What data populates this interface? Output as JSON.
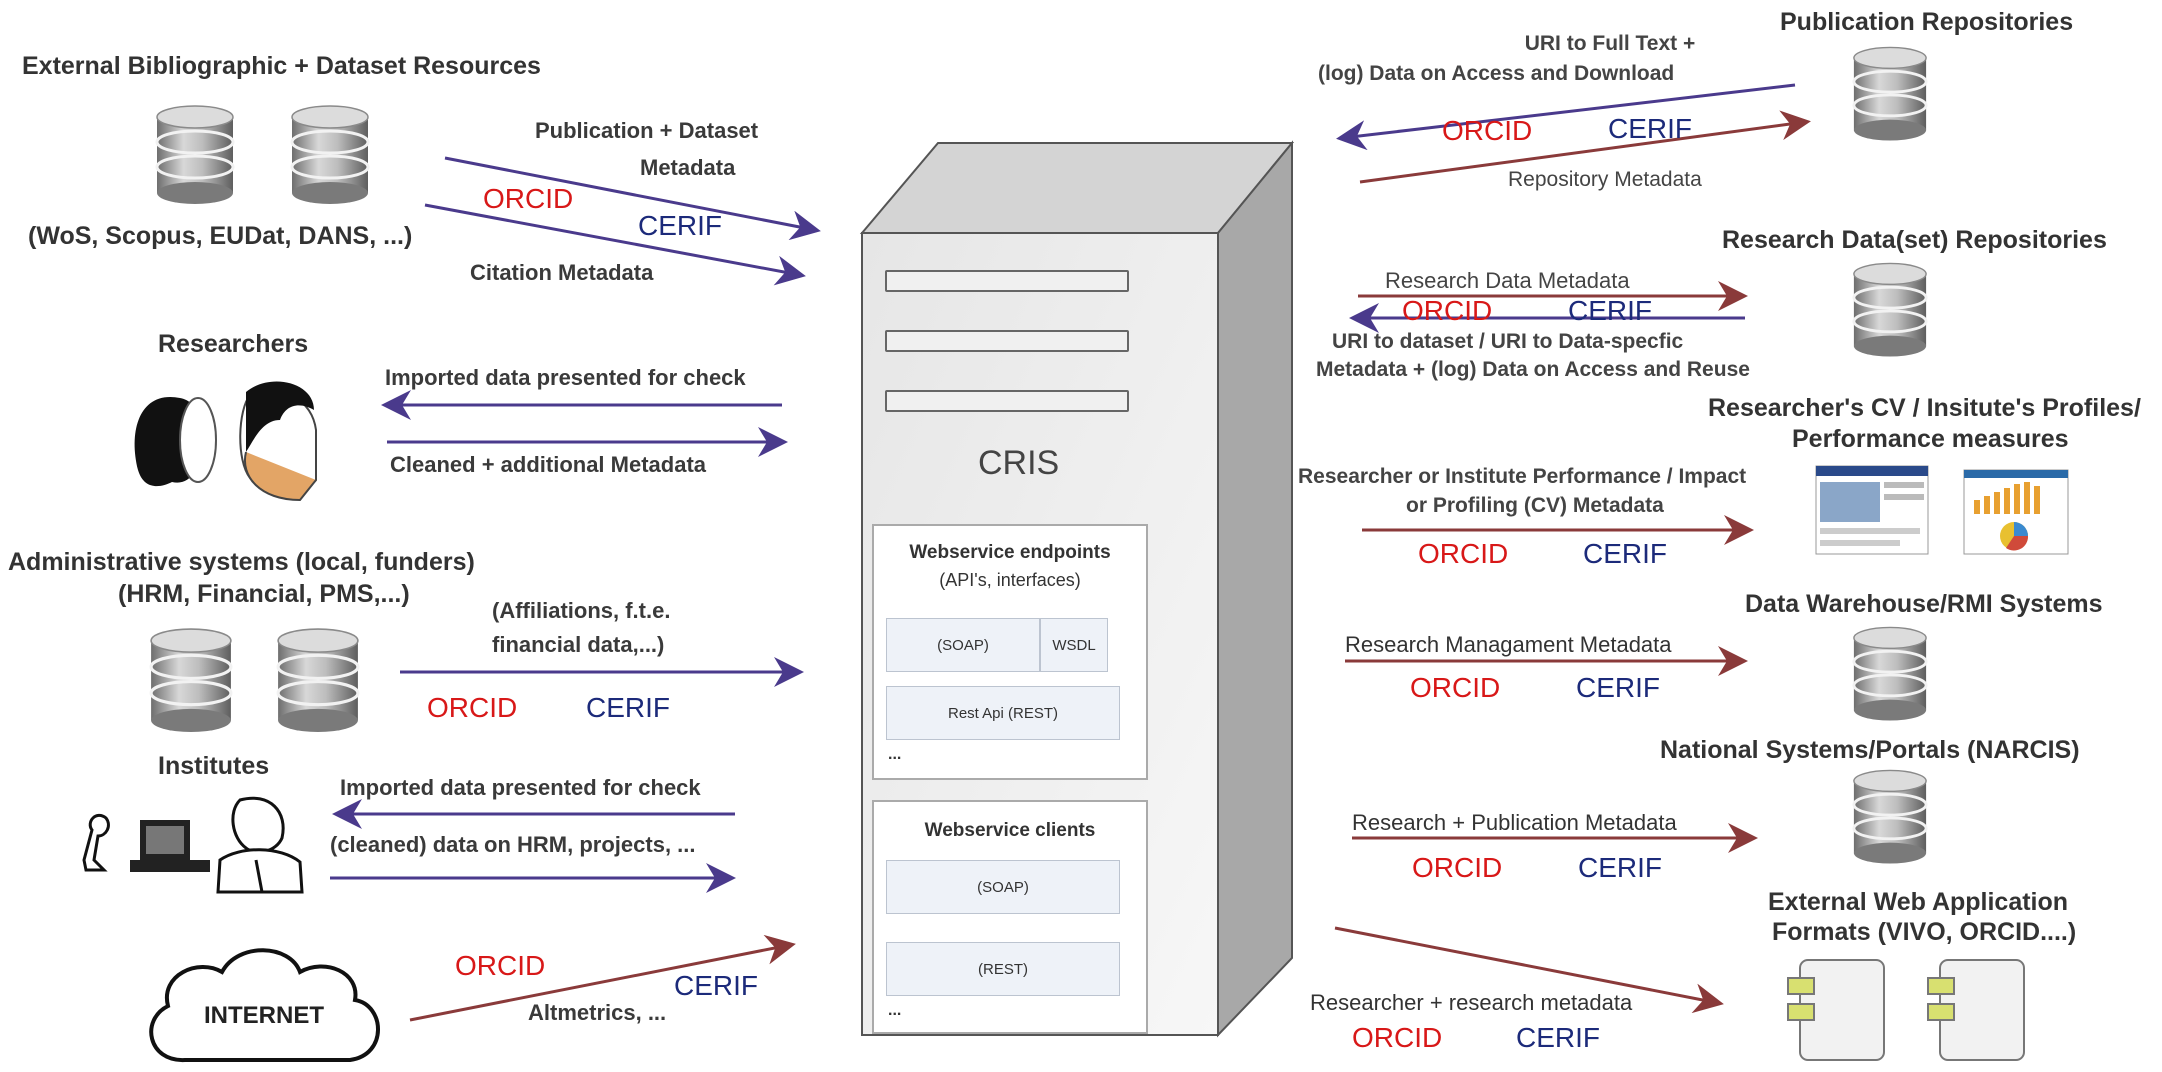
{
  "center": {
    "title": "CRIS",
    "endpoints": {
      "title": "Webservice endpoints",
      "subtitle": "(API's, interfaces)",
      "soap": "(SOAP)",
      "wsdl": "WSDL",
      "rest": "Rest Api (REST)",
      "more": "..."
    },
    "clients": {
      "title": "Webservice clients",
      "soap": "(SOAP)",
      "rest": "(REST)",
      "more": "..."
    }
  },
  "left": {
    "external": {
      "title": "External Bibliographic + Dataset Resources",
      "subtitle": "(WoS, Scopus, EUDat, DANS, ...)",
      "arrow1_line1": "Publication + Dataset",
      "arrow1_line2": "Metadata",
      "arrow2": "Citation Metadata",
      "orcid": "ORCID",
      "cerif": "CERIF"
    },
    "researchers": {
      "title": "Researchers",
      "arrow1": "Imported data presented for check",
      "arrow2": "Cleaned + additional Metadata"
    },
    "admin": {
      "title": "Administrative systems (local, funders)",
      "subtitle": "(HRM, Financial, PMS,...)",
      "arrow_line1": "(Affiliations, f.t.e.",
      "arrow_line2": "financial data,...)",
      "orcid": "ORCID",
      "cerif": "CERIF"
    },
    "institutes": {
      "title": "Institutes",
      "arrow1": "Imported data presented for check",
      "arrow2": "(cleaned) data on HRM, projects, ..."
    },
    "internet": {
      "label": "INTERNET",
      "arrow": "Altmetrics, ...",
      "orcid": "ORCID",
      "cerif": "CERIF"
    }
  },
  "right": {
    "publications": {
      "title": "Publication Repositories",
      "arrow1_line1": "URI to Full Text +",
      "arrow1_line2": "(log) Data on Access and Download",
      "arrow2": "Repository Metadata",
      "orcid": "ORCID",
      "cerif": "CERIF"
    },
    "datasets": {
      "title": "Research Data(set) Repositories",
      "arrow1": "Research Data Metadata",
      "arrow2_line1": "URI to dataset / URI to Data-specfic",
      "arrow2_line2": "Metadata + (log) Data on Access and Reuse",
      "orcid": "ORCID",
      "cerif": "CERIF"
    },
    "profiles": {
      "title_line1": "Researcher's CV / Insitute's Profiles/",
      "title_line2": "Performance measures",
      "arrow_line1": "Researcher or Institute Performance / Impact",
      "arrow_line2": "or Profiling (CV) Metadata",
      "orcid": "ORCID",
      "cerif": "CERIF"
    },
    "warehouse": {
      "title": "Data Warehouse/RMI Systems",
      "arrow": "Research Managament Metadata",
      "orcid": "ORCID",
      "cerif": "CERIF"
    },
    "national": {
      "title": "National Systems/Portals (NARCIS)",
      "arrow": "Research + Publication Metadata",
      "orcid": "ORCID",
      "cerif": "CERIF"
    },
    "webapps": {
      "title_line1": "External Web Application",
      "title_line2": "Formats (VIVO, ORCID....)",
      "arrow": "Researcher + research metadata",
      "orcid": "ORCID",
      "cerif": "CERIF"
    }
  },
  "colors": {
    "orcid": "#d81818",
    "cerif": "#1c2a7a",
    "arrow_purple": "#4a3a8c",
    "arrow_brown": "#8a3a3a"
  }
}
